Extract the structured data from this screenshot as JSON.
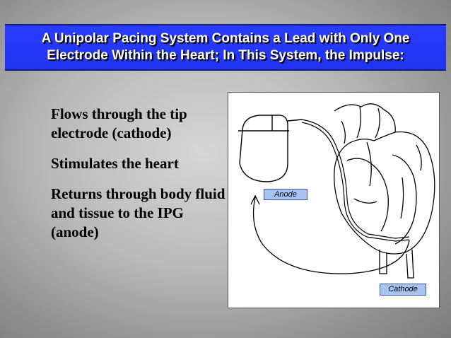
{
  "title": {
    "line1": "A Unipolar Pacing System Contains a Lead with Only One",
    "line2": "Electrode Within the Heart; In This System, the Impulse:"
  },
  "bullets": [
    "Flows through the tip electrode (cathode)",
    "Stimulates the heart",
    "Returns through body fluid and tissue to the IPG (anode)"
  ],
  "figure": {
    "anode_label": "Anode",
    "cathode_label": "Cathode"
  },
  "colors": {
    "title_bar": "#2a3dff",
    "label_box": "#a7c3f2"
  }
}
